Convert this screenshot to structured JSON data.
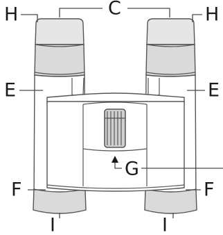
{
  "diagram": {
    "labels": {
      "c": "C",
      "h_left": "H",
      "h_right": "H",
      "e_left": "E",
      "e_right": "E",
      "f_left": "F",
      "f_right": "F",
      "g": "G",
      "i_left": "I",
      "i_right": "I"
    }
  }
}
